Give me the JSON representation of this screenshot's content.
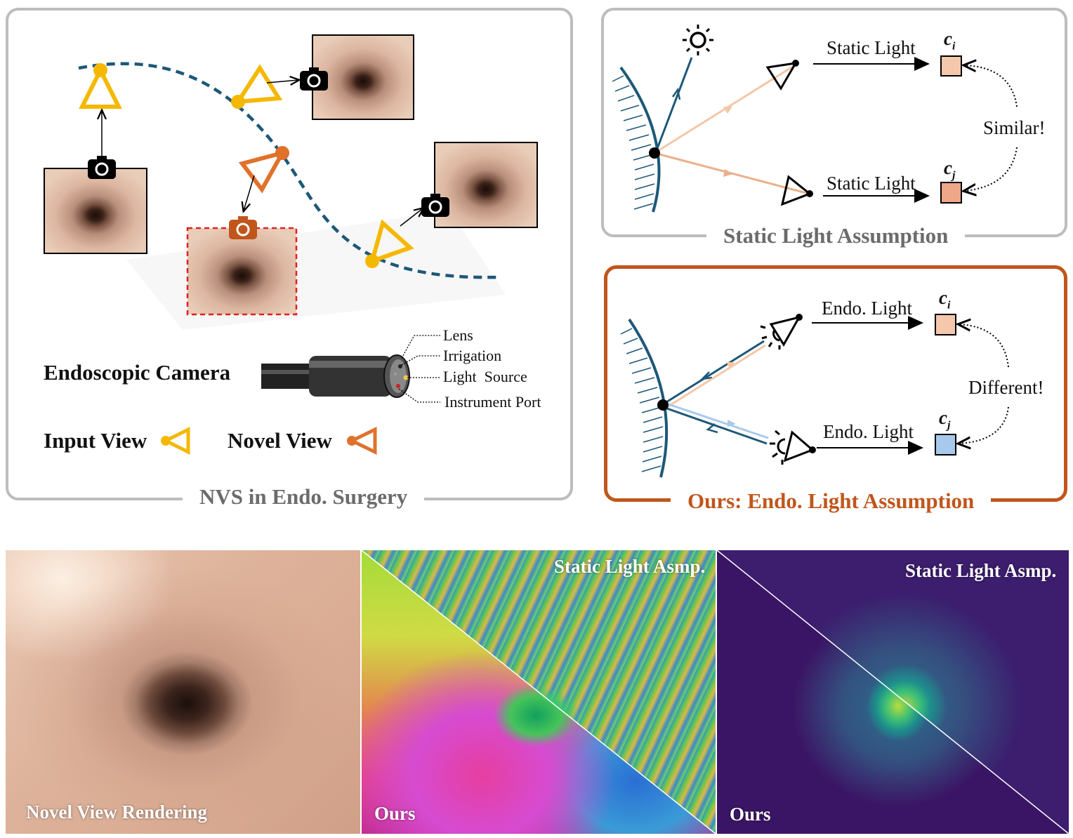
{
  "panels": {
    "nvs": {
      "title": "NVS in Endo. Surgery"
    },
    "static": {
      "title": "Static Light Assumption"
    },
    "ours": {
      "title": "Ours: Endo. Light Assumption"
    }
  },
  "nvs": {
    "endo_camera_label": "Endoscopic Camera",
    "callouts": [
      "Lens",
      "Irrigation",
      "Light  Source",
      "Instrument Port"
    ],
    "legend_input": "Input View",
    "legend_novel": "Novel View"
  },
  "static_light": {
    "label_top": "Static Light",
    "label_bottom": "Static Light",
    "ci": "c",
    "ci_sub": "i",
    "cj": "c",
    "cj_sub": "j",
    "relation": "Similar!"
  },
  "endo_light": {
    "label_top": "Endo. Light",
    "label_bottom": "Endo. Light",
    "ci": "c",
    "ci_sub": "i",
    "cj": "c",
    "cj_sub": "j",
    "relation": "Different!"
  },
  "bottom": {
    "rendering_label": "Novel View Rendering",
    "mid_top_label": "Static Light Asmp.",
    "mid_bottom_label": "Ours",
    "right_top_label": "Static Light Asmp.",
    "right_bottom_label": "Ours"
  },
  "colors": {
    "input_view": "#f5b800",
    "novel_view": "#e0722c",
    "trajectory": "#1d5878",
    "accent_orange": "#c0561b",
    "panel_gray": "#bdbdbd",
    "title_gray": "#6b6b6b"
  }
}
